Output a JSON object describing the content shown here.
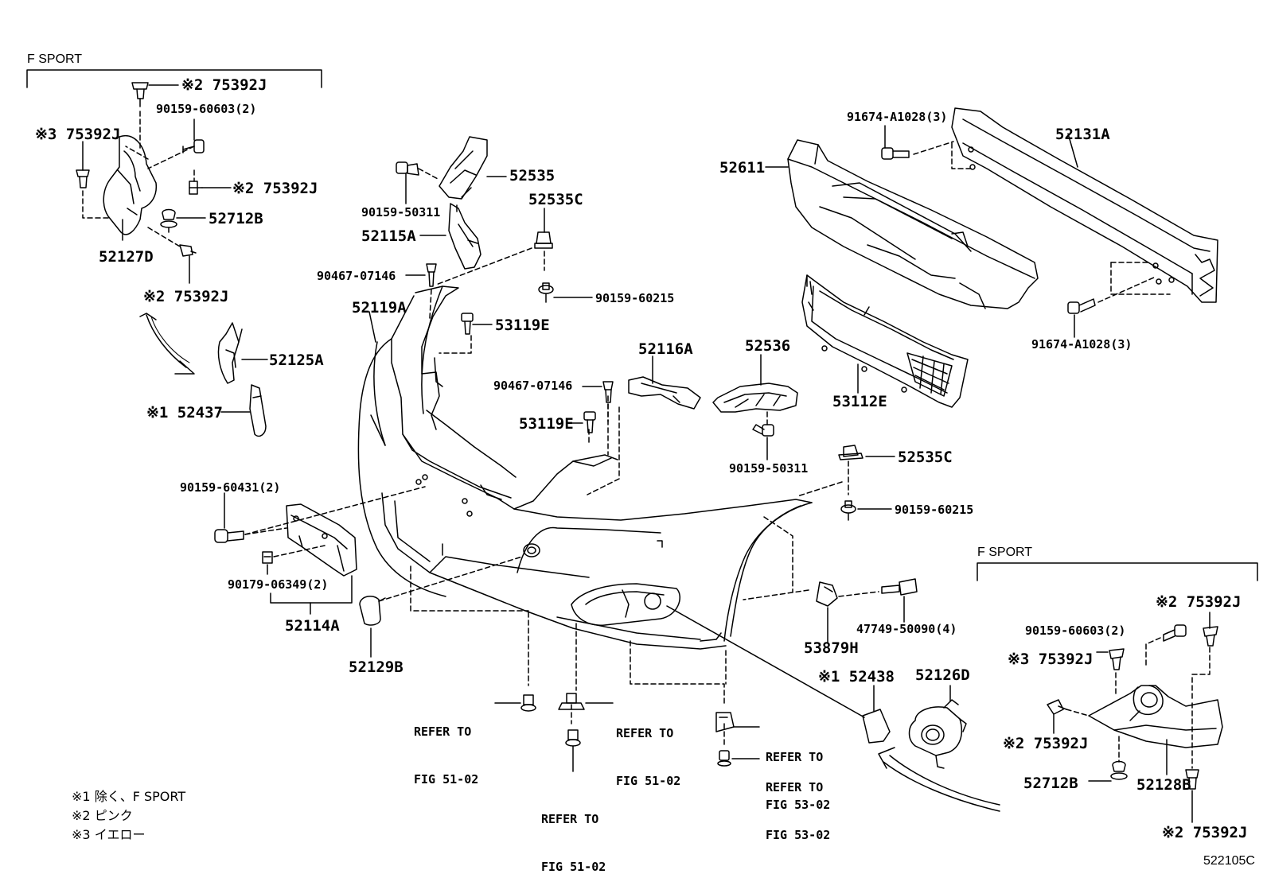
{
  "diagram_code": "522105C",
  "groups": [
    {
      "id": "left",
      "title": "F SPORT"
    },
    {
      "id": "right",
      "title": "F SPORT"
    }
  ],
  "labels": {
    "l_75392J_top": "※2 75392J",
    "l_90159_60603_left": "90159-60603(2)",
    "l_75392J_y_left": "※3 75392J",
    "l_75392J_mid": "※2 75392J",
    "l_52712B_left": "52712B",
    "l_52127D": "52127D",
    "l_75392J_low": "※2 75392J",
    "l_52125A": "52125A",
    "l_52437": "※1 52437",
    "l_52535": "52535",
    "l_90159_50311_a": "90159-50311",
    "l_52115A": "52115A",
    "l_52535C_a": "52535C",
    "l_90467_07146_a": "90467-07146",
    "l_90159_60215_a": "90159-60215",
    "l_52119A": "52119A",
    "l_53119E_a": "53119E",
    "l_52116A": "52116A",
    "l_90467_07146_b": "90467-07146",
    "l_53119E_b": "53119E",
    "l_52536": "52536",
    "l_90159_50311_b": "90159-50311",
    "l_52535C_b": "52535C",
    "l_90159_60215_b": "90159-60215",
    "l_52611": "52611",
    "l_91674_A1028_top": "91674-A1028(3)",
    "l_52131A": "52131A",
    "l_91674_A1028_bot": "91674-A1028(3)",
    "l_53112E": "53112E",
    "l_90159_60431": "90159-60431(2)",
    "l_90179_06349": "90179-06349(2)",
    "l_52114A": "52114A",
    "l_52129B": "52129B",
    "l_53879H": "53879H",
    "l_47749_50090": "47749-50090(4)",
    "l_52438": "※1 52438",
    "l_52126D": "52126D",
    "l_75392J_r1": "※2 75392J",
    "l_90159_60603_right": "90159-60603(2)",
    "l_75392J_r_y": "※3 75392J",
    "l_75392J_r2": "※2 75392J",
    "l_52712B_right": "52712B",
    "l_52128B": "52128B",
    "l_75392J_r3": "※2 75392J"
  },
  "references": [
    {
      "id": "ref_51_02_a",
      "line1": "REFER TO",
      "line2": "FIG 51-02"
    },
    {
      "id": "ref_51_02_b",
      "line1": "REFER TO",
      "line2": "FIG 51-02"
    },
    {
      "id": "ref_51_02_c",
      "line1": "REFER TO",
      "line2": "FIG 51-02"
    },
    {
      "id": "ref_53_02_a",
      "line1": "REFER TO",
      "line2": "FIG 53-02"
    },
    {
      "id": "ref_53_02_b",
      "line1": "REFER TO",
      "line2": "FIG 53-02"
    }
  ],
  "notes": [
    {
      "mark": "※1",
      "text": "除く、F SPORT"
    },
    {
      "mark": "※2",
      "text": "ピンク"
    },
    {
      "mark": "※3",
      "text": "イエロー"
    }
  ]
}
